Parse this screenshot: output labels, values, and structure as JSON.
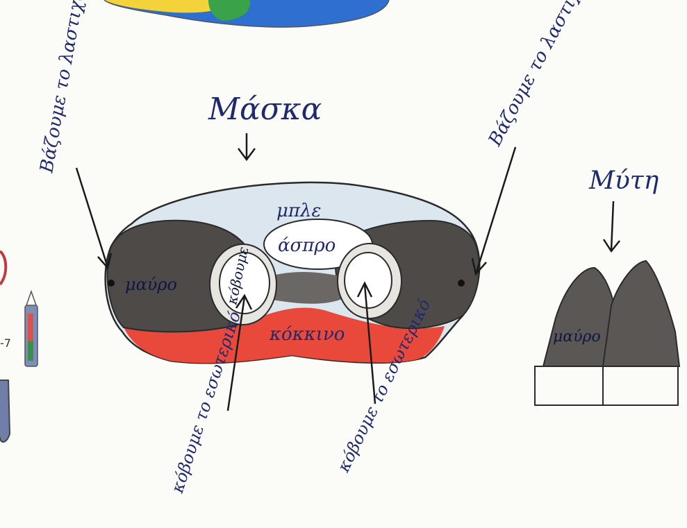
{
  "labels": {
    "mask_title": "Μάσκα",
    "nose_title": "Μύτη",
    "left_elastic": "Βάζουμε το λαστιχάκι",
    "right_elastic": "Βάζουμε το λαστιχάκι",
    "top_color": "μπλε",
    "center_color": "άσπρο",
    "bottom_color": "κόκκινο",
    "left_color": "μαύρο",
    "eye_left_text": "κόβουμε",
    "cut_left": "κόβουμε το εσωτερικό",
    "cut_right": "κόβουμε το εσωτερικό",
    "nose_color": "μαύρο"
  },
  "colors": {
    "ink": "#1f2a6e",
    "pencil": "#2a2a2a",
    "mask_blue": "#dbe6ee",
    "mask_black": "#4d4a47",
    "mask_red": "#e8493a",
    "nose_gray": "#5a5755",
    "paper": "#fbfbf8"
  }
}
